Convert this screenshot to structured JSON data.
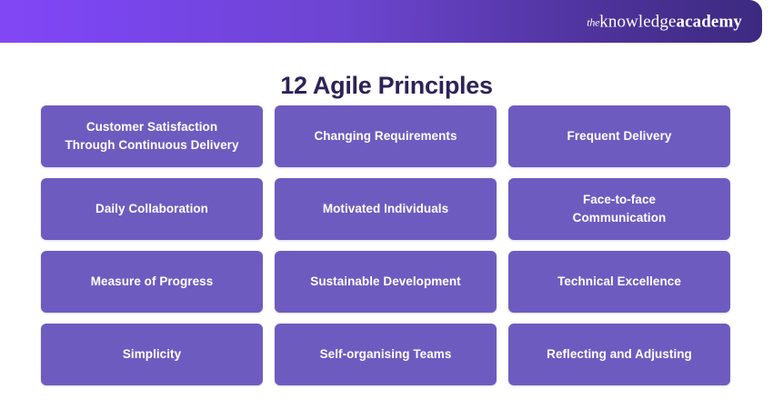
{
  "header": {
    "logo": {
      "prefix": "the",
      "word1": "knowledge",
      "word2": "academy",
      "full_text": "the knowledge academy"
    },
    "gradient_start": "#8247f5",
    "gradient_end": "#3c2a80"
  },
  "title": "12 Agile Principles",
  "title_color": "#2e2257",
  "card_color": "#6e5bc0",
  "card_text_color": "#ffffff",
  "principles": [
    {
      "index": 1,
      "label": "Customer Satisfaction\nThrough Continuous Delivery"
    },
    {
      "index": 2,
      "label": "Changing Requirements"
    },
    {
      "index": 3,
      "label": "Frequent Delivery"
    },
    {
      "index": 4,
      "label": "Daily Collaboration"
    },
    {
      "index": 5,
      "label": "Motivated Individuals"
    },
    {
      "index": 6,
      "label": "Face-to-face\nCommunication"
    },
    {
      "index": 7,
      "label": "Measure of Progress"
    },
    {
      "index": 8,
      "label": "Sustainable Development"
    },
    {
      "index": 9,
      "label": "Technical Excellence"
    },
    {
      "index": 10,
      "label": "Simplicity"
    },
    {
      "index": 11,
      "label": "Self-organising Teams"
    },
    {
      "index": 12,
      "label": "Reflecting and Adjusting"
    }
  ]
}
